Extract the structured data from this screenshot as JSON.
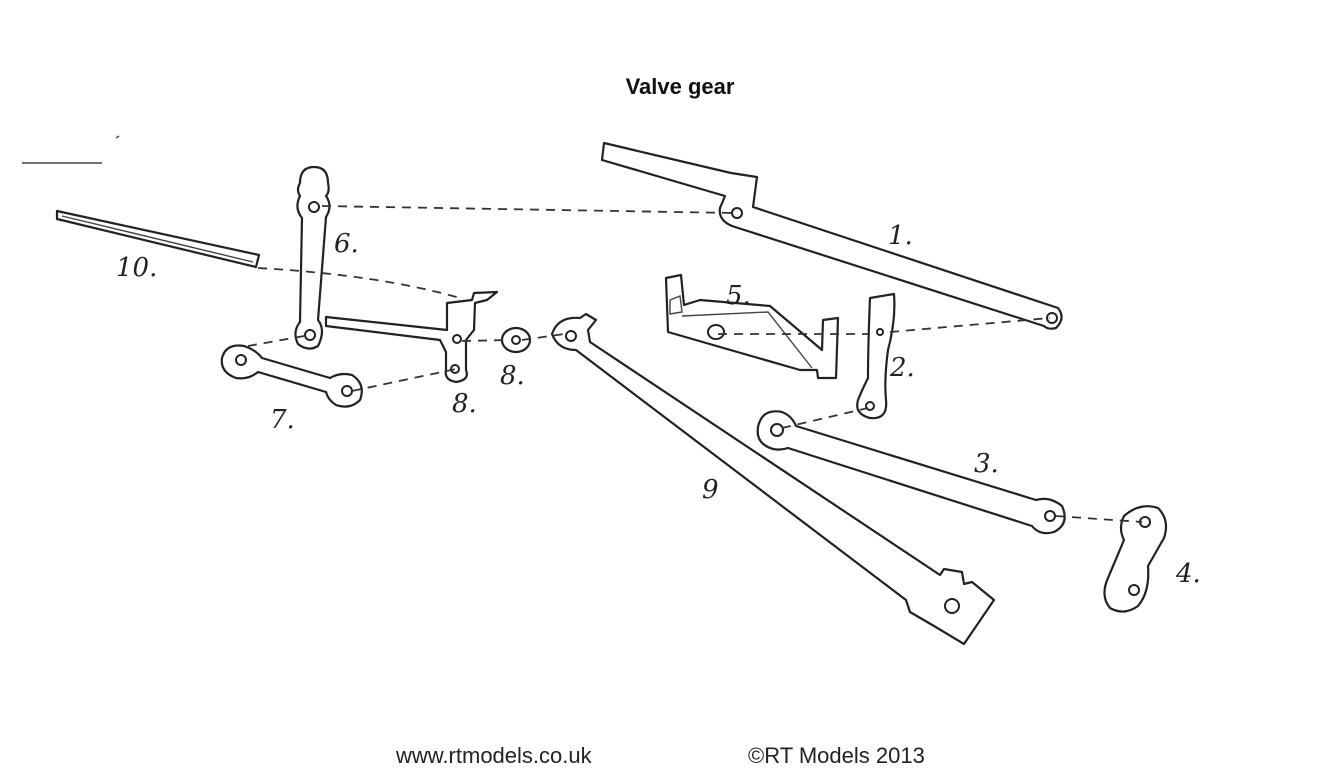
{
  "title": "Valve gear",
  "footer": {
    "website": "www.rtmodels.co.uk",
    "copyright": "©RT Models 2013"
  },
  "part_labels": {
    "p1": "1.",
    "p2": "2.",
    "p3": "3.",
    "p4": "4.",
    "p5": "5.",
    "p6": "6.",
    "p7": "7.",
    "p8a": "8.",
    "p8b": "8.",
    "p9": "9",
    "p10": "10."
  }
}
